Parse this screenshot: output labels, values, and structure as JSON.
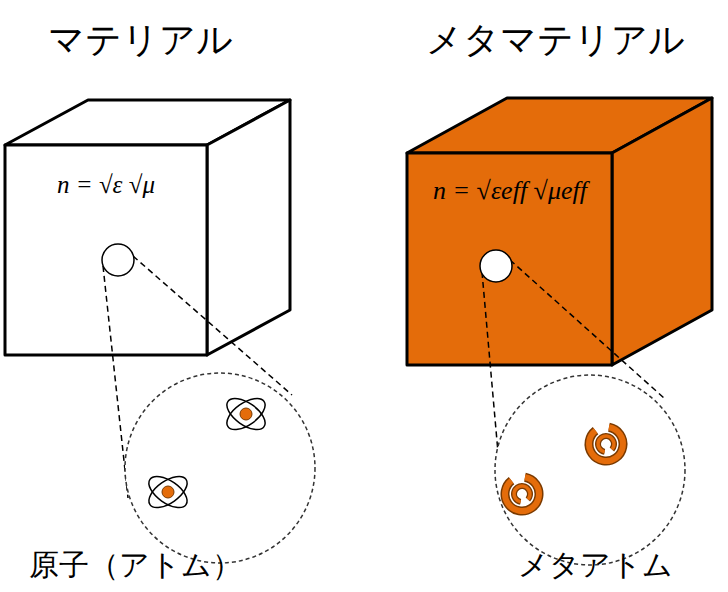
{
  "diagram": {
    "nodes": [
      {
        "text": [
          "マテリアル",
          "n = √ε √μ"
        ]
      },
      {
        "text": [
          "メタマテリアル",
          "n = √εeff √μeff"
        ]
      }
    ],
    "labels": [
      "原子（アトム）",
      "メタアトム"
    ]
  }
}
